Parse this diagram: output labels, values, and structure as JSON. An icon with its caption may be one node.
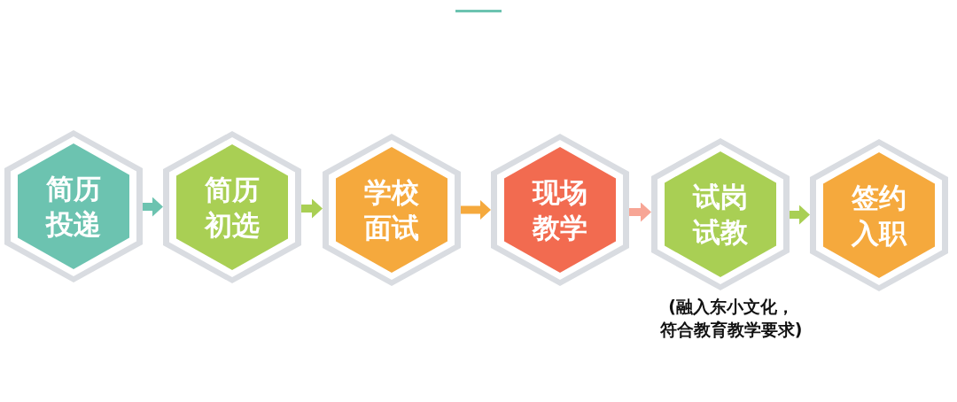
{
  "diagram": {
    "nodes": [
      {
        "text": [
          "简历投递"
        ]
      },
      {
        "text": [
          "简历初选"
        ]
      },
      {
        "text": [
          "学校面试"
        ]
      },
      {
        "text": [
          "现场教学"
        ]
      },
      {
        "text": [
          "试岗试教"
        ],
        "beside": [
          "(融入东小文化，符合教育教学要求)"
        ]
      },
      {
        "text": [
          "签约入职"
        ]
      }
    ],
    "edges": [
      {
        "from": 0,
        "to": 1,
        "arrow": "to",
        "color": "#6cc3b0"
      },
      {
        "from": 1,
        "to": 2,
        "arrow": "to",
        "color": "#a9cf54"
      },
      {
        "from": 2,
        "to": 3,
        "arrow": "to",
        "color": "#f5a93d"
      },
      {
        "from": 3,
        "to": 4,
        "arrow": "to",
        "color": "#f7a595"
      },
      {
        "from": 4,
        "to": 5,
        "arrow": "to",
        "color": "#a9cf54"
      }
    ]
  }
}
